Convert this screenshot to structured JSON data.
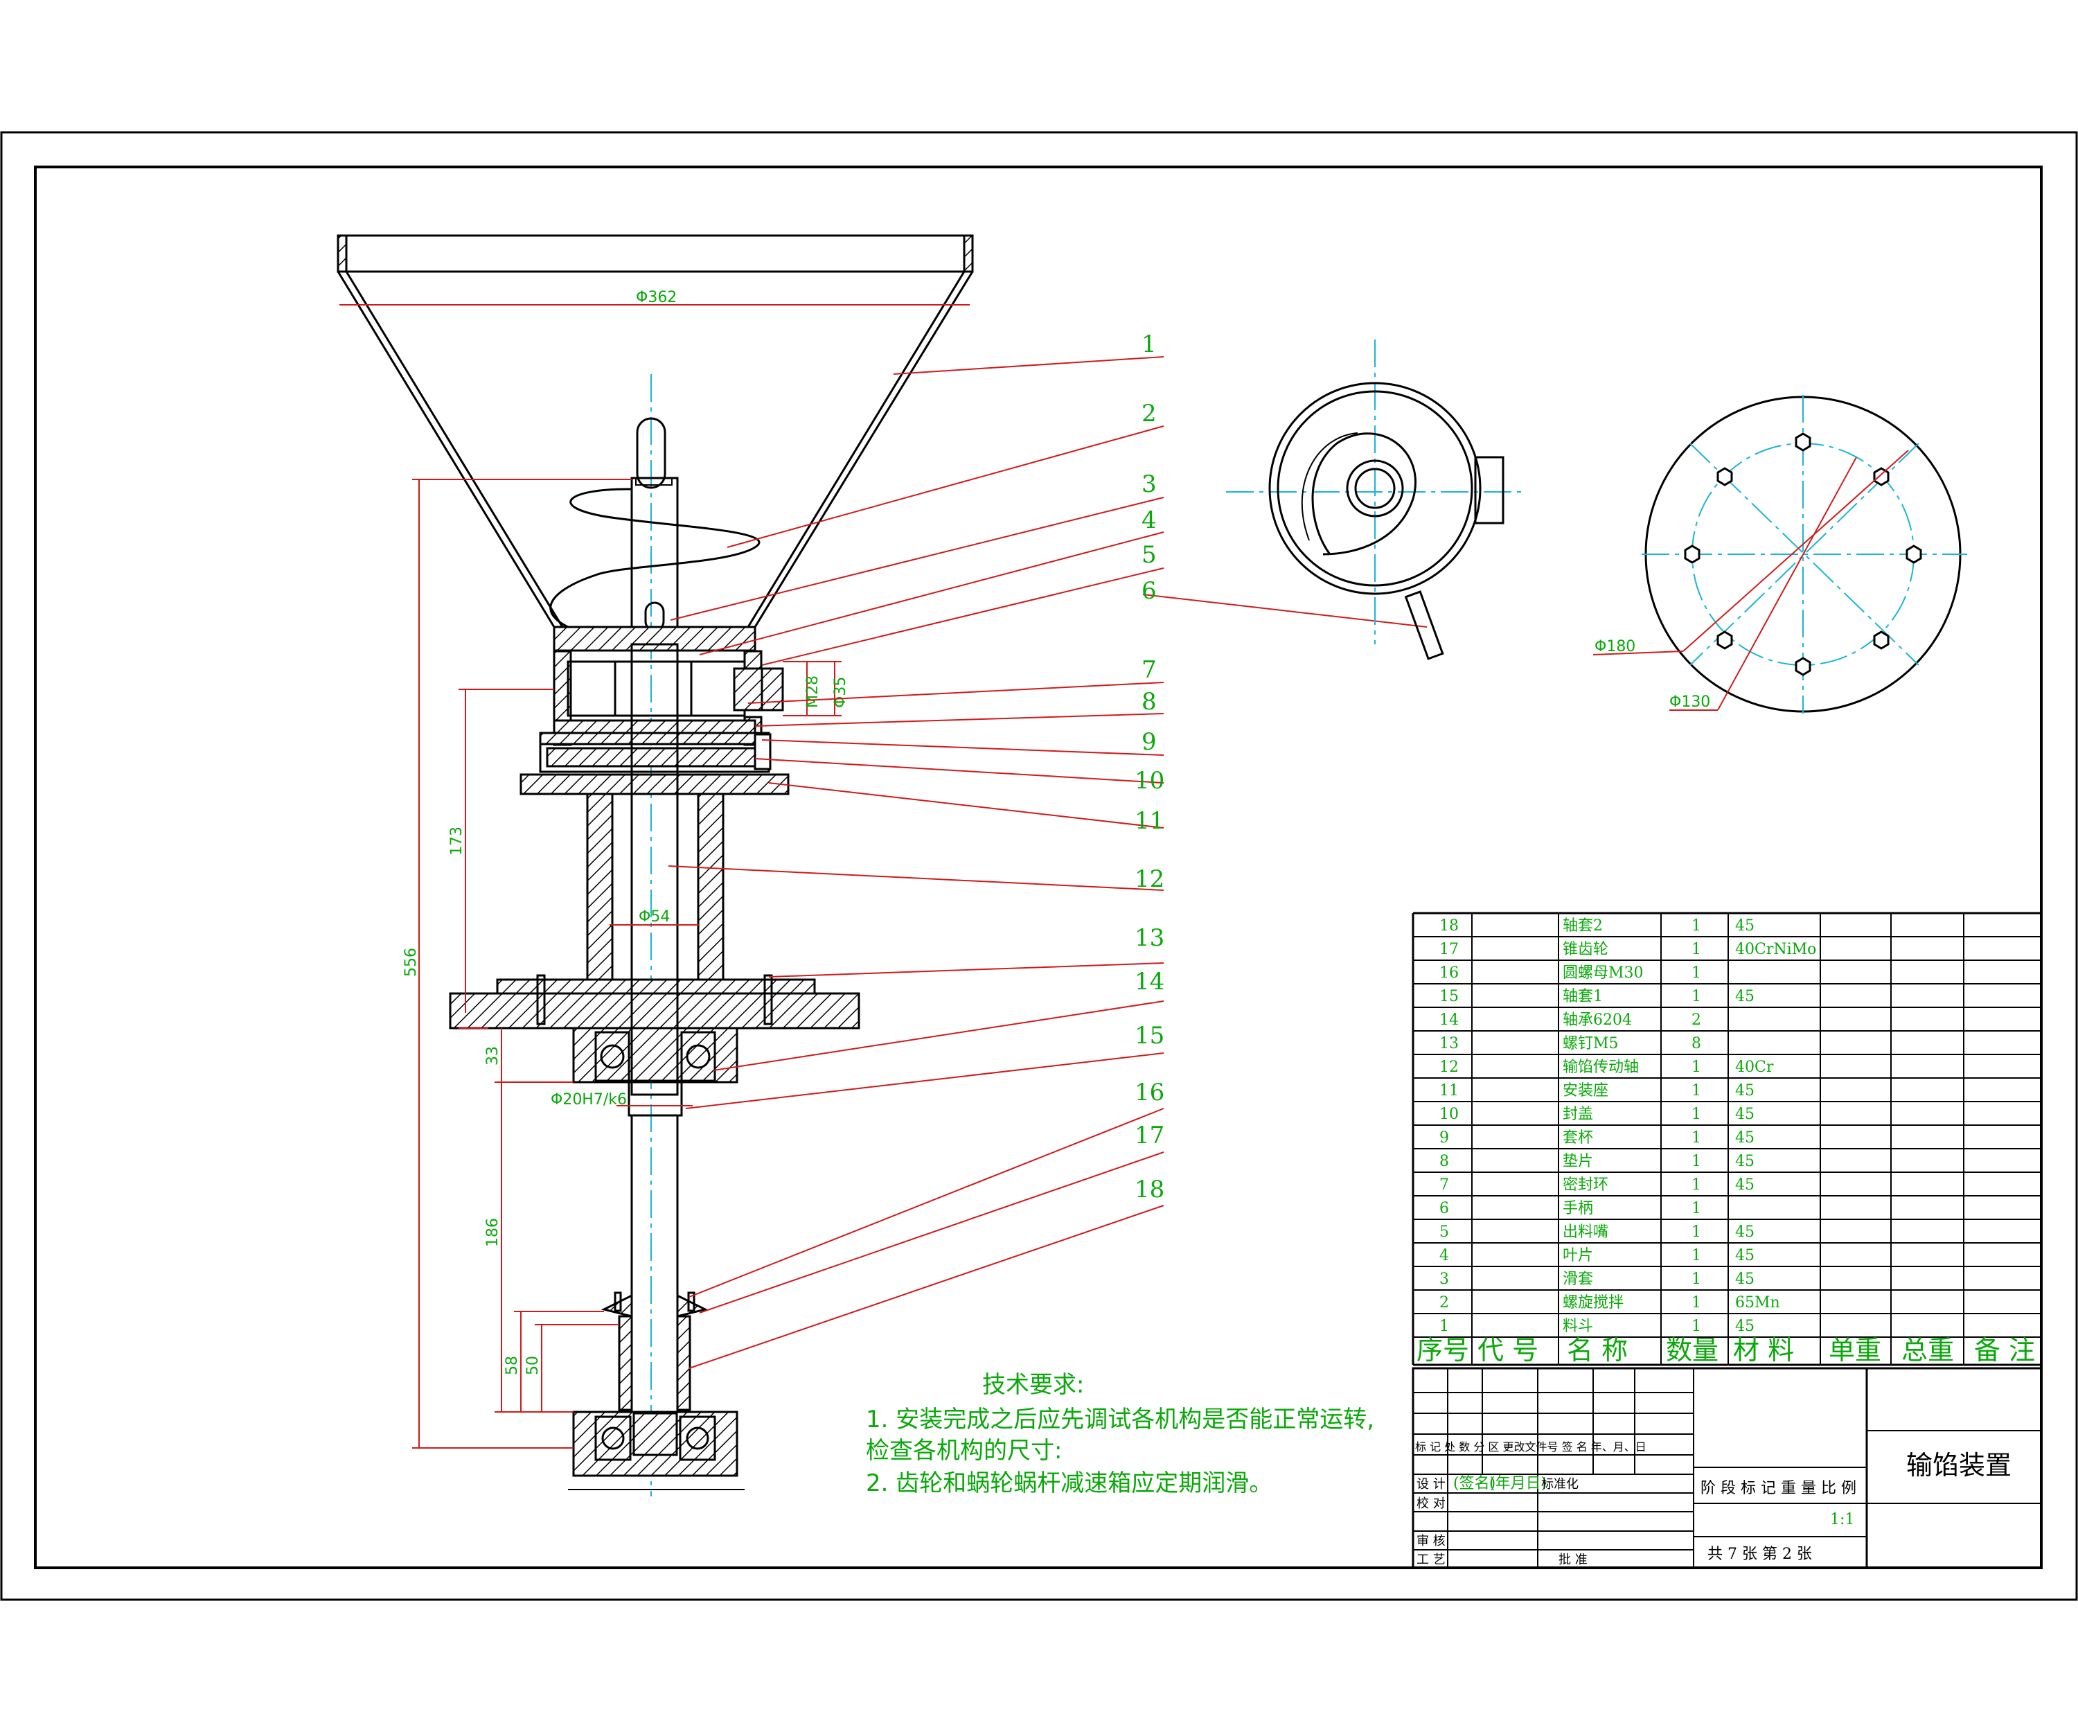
{
  "dimensions": {
    "d362": "Φ362",
    "m28": "M28",
    "d35": "Φ35",
    "d54": "Φ54",
    "d20": "Φ20H7/k6",
    "v173": "173",
    "v556": "556",
    "v33": "33",
    "v186": "186",
    "v58": "58",
    "v50": "50",
    "d180": "Φ180",
    "d130": "Φ130"
  },
  "callouts": [
    "1",
    "2",
    "3",
    "4",
    "5",
    "6",
    "7",
    "8",
    "9",
    "10",
    "11",
    "12",
    "13",
    "14",
    "15",
    "16",
    "17",
    "18"
  ],
  "notes": {
    "title": "技术要求:",
    "line1": "1. 安装完成之后应先调试各机构是否能正常运转,",
    "line2": "检查各机构的尺寸:",
    "line3": "2. 齿轮和蜗轮蜗杆减速箱应定期润滑。"
  },
  "bom": [
    {
      "no": "18",
      "name": "轴套2",
      "qty": "1",
      "material": "45"
    },
    {
      "no": "17",
      "name": "锥齿轮",
      "qty": "1",
      "material": "40CrNiMo"
    },
    {
      "no": "16",
      "name": "圆螺母M30",
      "qty": "1",
      "material": ""
    },
    {
      "no": "15",
      "name": "轴套1",
      "qty": "1",
      "material": "45"
    },
    {
      "no": "14",
      "name": "轴承6204",
      "qty": "2",
      "material": ""
    },
    {
      "no": "13",
      "name": "螺钉M5",
      "qty": "8",
      "material": ""
    },
    {
      "no": "12",
      "name": "输馅传动轴",
      "qty": "1",
      "material": "40Cr"
    },
    {
      "no": "11",
      "name": "安装座",
      "qty": "1",
      "material": "45"
    },
    {
      "no": "10",
      "name": "封盖",
      "qty": "1",
      "material": "45"
    },
    {
      "no": "9",
      "name": "套杯",
      "qty": "1",
      "material": "45"
    },
    {
      "no": "8",
      "name": "垫片",
      "qty": "1",
      "material": "45"
    },
    {
      "no": "7",
      "name": "密封环",
      "qty": "1",
      "material": "45"
    },
    {
      "no": "6",
      "name": "手柄",
      "qty": "1",
      "material": ""
    },
    {
      "no": "5",
      "name": "出料嘴",
      "qty": "1",
      "material": "45"
    },
    {
      "no": "4",
      "name": "叶片",
      "qty": "1",
      "material": "45"
    },
    {
      "no": "3",
      "name": "滑套",
      "qty": "1",
      "material": "45"
    },
    {
      "no": "2",
      "name": "螺旋搅拌",
      "qty": "1",
      "material": "65Mn"
    },
    {
      "no": "1",
      "name": "料斗",
      "qty": "1",
      "material": "45"
    }
  ],
  "bom_header": [
    "序号",
    "代  号",
    "名  称",
    "数量",
    "材 料",
    "单重",
    "总重",
    "备 注"
  ],
  "title_block": {
    "drawing_title": "输馅装置",
    "scale": "1:1",
    "stage_header": "阶 段 标 记 重 量 比 例",
    "sheets": "共 7 张   第 2 张",
    "rev_row": "标 记 处 数  分 区  更改文件号 签 名 年、月、日",
    "design": "设 计",
    "sign": "(签名)",
    "date": "(年月日)",
    "std": "标准化",
    "check": "校 对",
    "review": "审 核",
    "process": "工 艺",
    "approve": "批 准"
  }
}
